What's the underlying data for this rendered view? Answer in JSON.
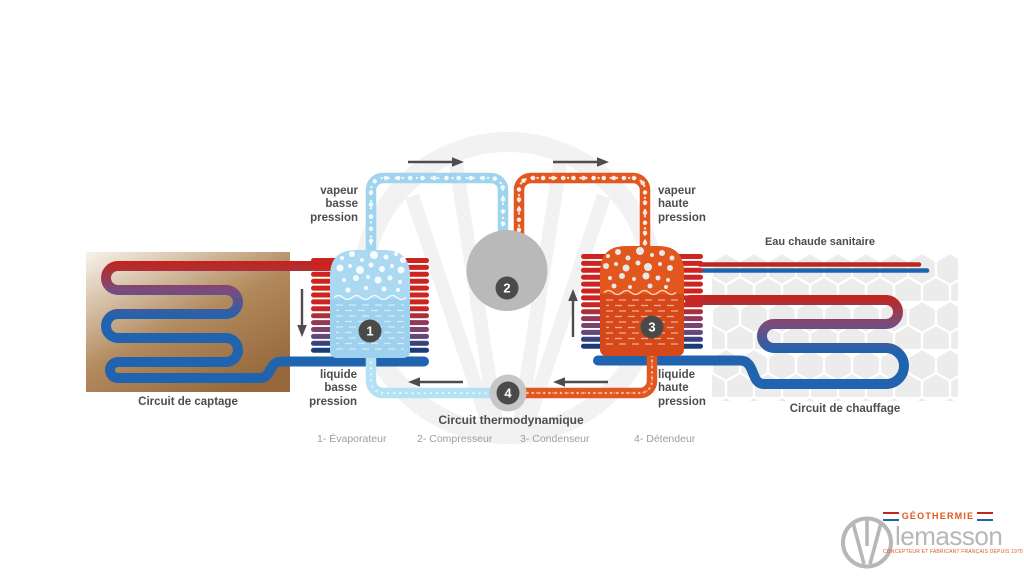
{
  "palette": {
    "vapor_blue": "#9fd4ef",
    "liquid_blue_pipe": "#b5e1f5",
    "orange": "#e2571e",
    "dark_red": "#c2251c",
    "dark_blue": "#1e64ad",
    "coil_navy": "#1b3c79",
    "purple": "#7b4b7d",
    "compressor_gray": "#b9b9b9",
    "badge_gray": "#4a4a4a",
    "label_gray": "#4d4d4d",
    "legend_gray": "#9d9d9d",
    "ground_brown": "#9a7047",
    "hex_gray": "#ececec",
    "logo_gray": "#b7b7b7"
  },
  "labels": {
    "vapeur_basse": "vapeur\nbasse\npression",
    "vapeur_haute": "vapeur\nhaute\npression",
    "liquide_basse": "liquide\nbasse\npression",
    "liquide_haute": "liquide\nhaute\npression",
    "circuit_captage": "Circuit de captage",
    "circuit_chauffage": "Circuit de chauffage",
    "eau_chaude": "Eau chaude sanitaire",
    "circuit_thermo": "Circuit thermodynamique"
  },
  "badges": {
    "evaporateur": "1",
    "compresseur": "2",
    "condenseur": "3",
    "detendeur": "4"
  },
  "legend": [
    "1- Évaporateur",
    "2- Compresseur",
    "3- Condenseur",
    "4- Détendeur"
  ],
  "logo": {
    "division": "GÉOTHERMIE",
    "brand": "lemasson",
    "tagline": "CONCEPTEUR ET FABRICANT FRANÇAIS DEPUIS 1975"
  }
}
